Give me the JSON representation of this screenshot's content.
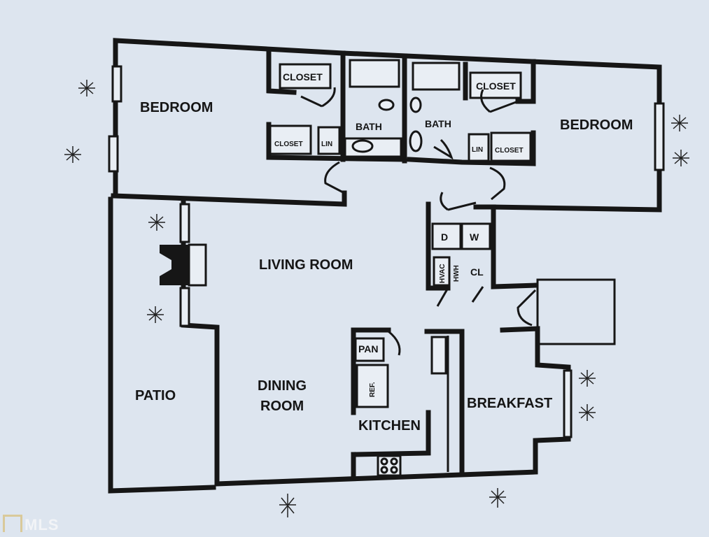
{
  "rooms": {
    "bedroom_left": "BEDROOM",
    "bedroom_right": "BEDROOM",
    "closet_left_top": "CLOSET",
    "closet_left_bottom": "CLOSET",
    "lin_left": "LIN",
    "bath_left": "BATH",
    "bath_right": "BATH",
    "closet_right_top": "CLOSET",
    "closet_right_bottom": "CLOSET",
    "lin_right": "LIN",
    "living_room": "LIVING ROOM",
    "dryer": "D",
    "washer": "W",
    "hvac": "HVAC",
    "hwh": "HWH",
    "closet_utility": "CL",
    "patio": "PATIO",
    "dining_room_line1": "DINING",
    "dining_room_line2": "ROOM",
    "pantry": "PAN",
    "refrigerator": "REF.",
    "kitchen": "KITCHEN",
    "breakfast": "BREAKFAST"
  },
  "watermark": "MLS",
  "colors": {
    "background": "#dde5ef",
    "walls": "#161616"
  }
}
